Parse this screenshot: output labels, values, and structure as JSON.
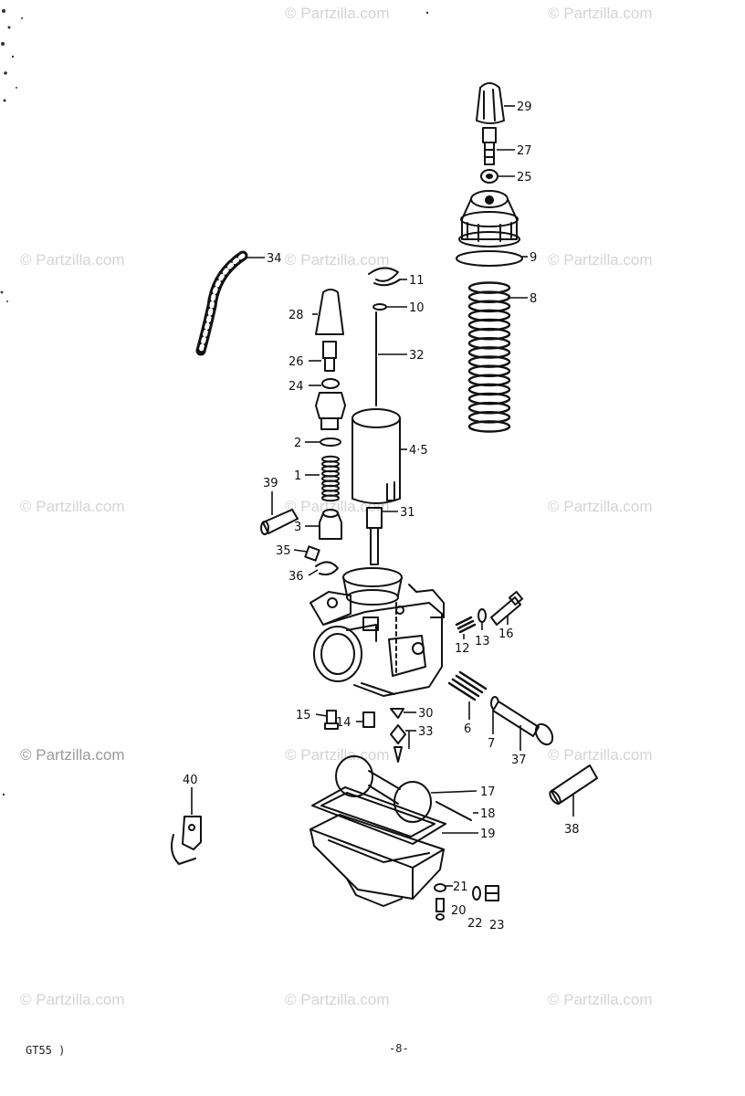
{
  "watermark": "© Partzilla.com",
  "footer": {
    "model": "GT55 )",
    "page": "-8-"
  },
  "callouts": {
    "c29": "29",
    "c27": "27",
    "c25": "25",
    "c9": "9",
    "c8": "8",
    "c34": "34",
    "c11": "11",
    "c10": "10",
    "c28": "28",
    "c32": "32",
    "c26": "26",
    "c24": "24",
    "c2": "2",
    "c45": "4·5",
    "c1": "1",
    "c39": "39",
    "c3": "3",
    "c31": "31",
    "c35": "35",
    "c36": "36",
    "c12": "12",
    "c13": "13",
    "c16": "16",
    "c6": "6",
    "c7": "7",
    "c37": "37",
    "c15": "15",
    "c14": "14",
    "c30": "30",
    "c33": "33",
    "c40": "40",
    "c17": "17",
    "c18": "18",
    "c19": "19",
    "c38": "38",
    "c21": "21",
    "c20": "20",
    "c22": "22",
    "c23": "23"
  }
}
